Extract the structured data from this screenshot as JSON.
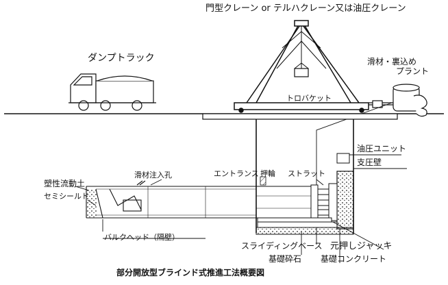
{
  "labels": {
    "crane": "門型クレーン or テルハクレーン又は油圧クレーン",
    "dump_truck": "ダンプトラック",
    "plant_line1": "滑材・裏込め",
    "plant_line2": "プラント",
    "bucket": "トロバケット",
    "hydraulic_unit": "油圧ユニット",
    "reaction_wall": "支圧壁",
    "plastic_soil": "塑性流動土",
    "semi_shield": "セミシールド",
    "lubricant_port": "滑材注入孔",
    "entrance": "エントランス",
    "push_ring": "押輪",
    "strut": "ストラット",
    "bulkhead": "バルクヘッド（隔壁）",
    "sliding_base": "スライディングベース",
    "base_gravel": "基礎砕石",
    "base_concrete": "基礎コンクリート",
    "main_jack": "元押しジャッキ",
    "caption": "部分開放型ブラインド式推進工法概要図"
  }
}
